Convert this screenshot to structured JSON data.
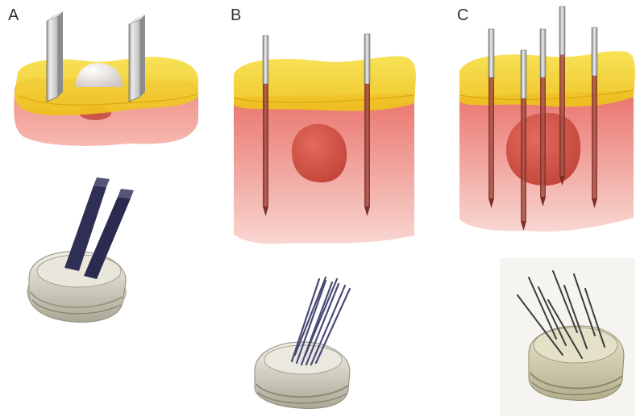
{
  "panels": [
    {
      "label": "A"
    },
    {
      "label": "B"
    },
    {
      "label": "C"
    }
  ],
  "colors": {
    "fat_layer": "#f4d21c",
    "tissue": "#ef8f86",
    "tumor": "#d9564a",
    "electrode_plate": "#cfcfcf",
    "needle": "#8e3a32",
    "applicator_base": "#d8d6c8"
  },
  "icons": [
    "plate-electrodes",
    "needle-electrodes-row",
    "needle-electrodes-hexagonal"
  ]
}
